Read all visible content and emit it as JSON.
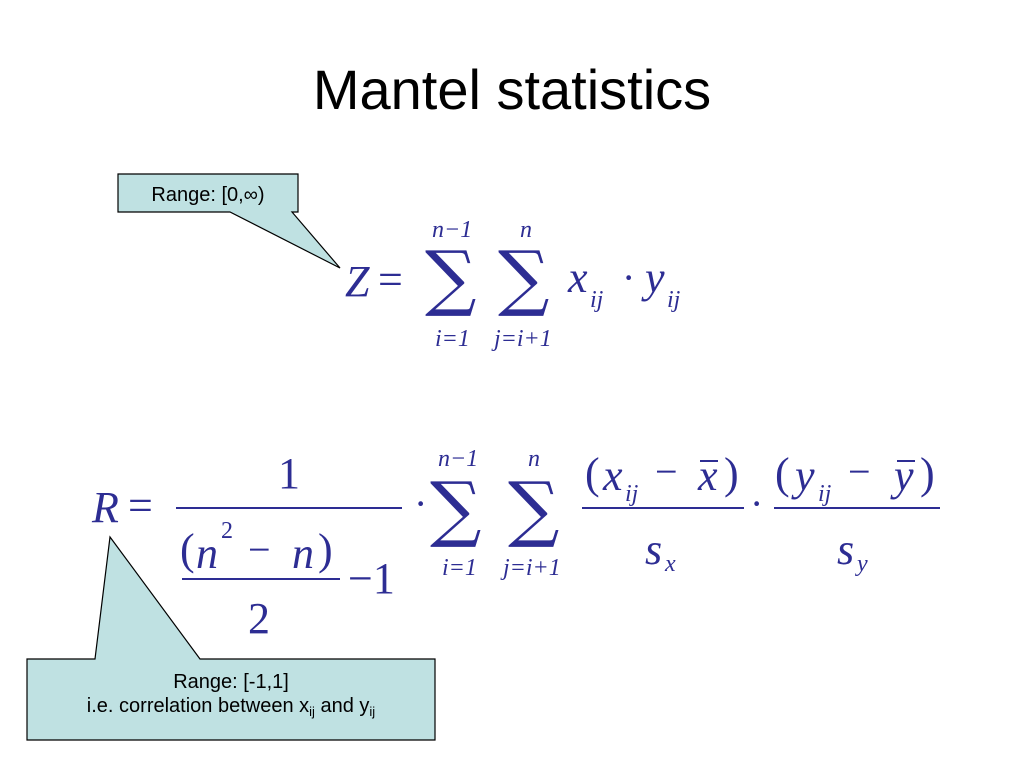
{
  "slide": {
    "title": "Mantel statistics"
  },
  "callouts": {
    "z_range": "Range: [0,∞)",
    "r_range_line1": "Range: [-1,1]",
    "r_range_line2_prefix": "i.e. correlation between x",
    "r_range_line2_sub1": "ij",
    "r_range_line2_mid": " and y",
    "r_range_line2_sub2": "ij"
  },
  "colors": {
    "math": "#2d2d93",
    "callout_fill": "#bfe1e2",
    "callout_stroke": "#000000"
  },
  "formula_z": {
    "lhs": "Z",
    "equals": "=",
    "sum1_upper": "n−1",
    "sum1_lower": "i=1",
    "sum2_upper": "n",
    "sum2_lower": "j=i+1",
    "sigma": "∑",
    "x": "x",
    "x_sub": "ij",
    "dot": "·",
    "y": "y",
    "y_sub": "ij"
  },
  "formula_r": {
    "lhs": "R",
    "equals": "=",
    "one": "1",
    "paren_open": "(",
    "n": "n",
    "sq": "2",
    "minus": "−",
    "n2": "n",
    "paren_close": ")",
    "two": "2",
    "minus_one": "−1",
    "dot": "·",
    "sum1_upper": "n−1",
    "sum1_lower": "i=1",
    "sum2_upper": "n",
    "sum2_lower": "j=i+1",
    "sigma": "∑",
    "xnum_open": "(",
    "xnum_x": "x",
    "xnum_sub": "ij",
    "xnum_minus": "−",
    "xnum_xbar": "x",
    "xnum_close": ")",
    "xden_s": "s",
    "xden_sub": "x",
    "ynum_open": "(",
    "ynum_y": "y",
    "ynum_sub": "ij",
    "ynum_minus": "−",
    "ynum_ybar": "y",
    "ynum_close": ")",
    "yden_s": "s",
    "yden_sub": "y"
  }
}
